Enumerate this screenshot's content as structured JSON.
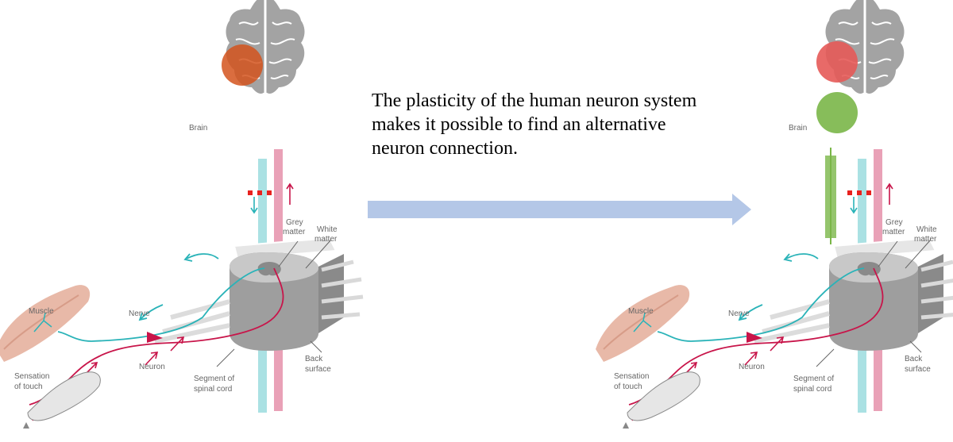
{
  "caption": {
    "line1": "The plasticity of the human neuron system",
    "line2": "makes it possible to find an alternative",
    "line3": "neuron connection."
  },
  "labels": {
    "brain": "Brain",
    "grey_matter_1": "Grey",
    "grey_matter_2": "matter",
    "white_matter_1": "White",
    "white_matter_2": "matter",
    "muscle": "Muscle",
    "nerve": "Nerve",
    "neuron": "Neuron",
    "touch_1": "Sensation",
    "touch_2": "of touch",
    "segment_1": "Segment of",
    "segment_2": "spinal cord",
    "back_1": "Back",
    "back_2": "surface"
  },
  "colors": {
    "brain": "#a3a3a3",
    "motor_pathway": "#2ab3b8",
    "sensory_pathway": "#c8154a",
    "damage_marker": "#e8211e",
    "original_region": "#d3531d",
    "damaged_region": "#e55a58",
    "alternative_region": "#7ab648",
    "arrow": "#b4c7e7"
  },
  "icons": [
    "brain-icon",
    "spinal-cord-icon",
    "muscle-icon",
    "hand-icon",
    "arrow-right-icon"
  ]
}
